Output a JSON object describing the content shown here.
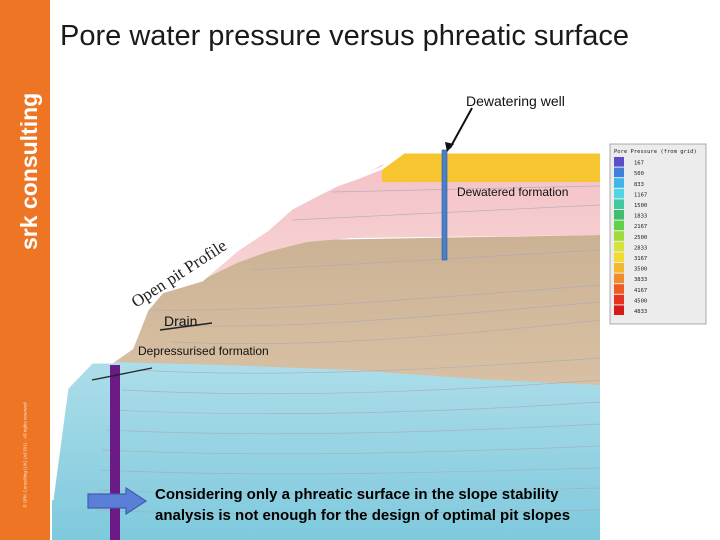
{
  "brand": {
    "name": "srk consulting"
  },
  "copyright": "© SRK Consulting (UK) Ltd 2011 - All rights reserved",
  "title": "Pore water pressure versus phreatic surface",
  "labels": {
    "dewatering_well": "Dewatering well",
    "dewatered_formation": "Dewatered formation",
    "open_pit_profile": "Open pit Profile",
    "drain": "Drain",
    "depressurised_formation": "Depressurised formation"
  },
  "legend": {
    "title": "Pore Pressure (from grid)",
    "entries": [
      "167",
      "500",
      "833",
      "1167",
      "1500",
      "1833",
      "2167",
      "2500",
      "2833",
      "3167",
      "3500",
      "3833",
      "4167",
      "4500",
      "4833"
    ],
    "colors": [
      "#5a4fc8",
      "#3f7fe0",
      "#3fb6ea",
      "#4fd6e2",
      "#3fc9a0",
      "#3fbe6e",
      "#5fd24a",
      "#9fdc3a",
      "#d5e33a",
      "#f2dc33",
      "#f4b82e",
      "#f28c2a",
      "#ee5c24",
      "#e8321e",
      "#d61a1a"
    ]
  },
  "caption": {
    "line1": "Considering only a phreatic surface in the slope stability",
    "line2": "analysis is not enough for the design of optimal pit slopes"
  },
  "colors": {
    "brand_orange": "#ee7523",
    "dewatered_pink": "#f4c7c9",
    "depressurised_tan": "#d2b79a",
    "saturated_blue": "#8fd1e4",
    "top_yellow": "#f6c530",
    "drain_purple": "#6b1a86",
    "arrow_blue": "#5b7fd6"
  }
}
